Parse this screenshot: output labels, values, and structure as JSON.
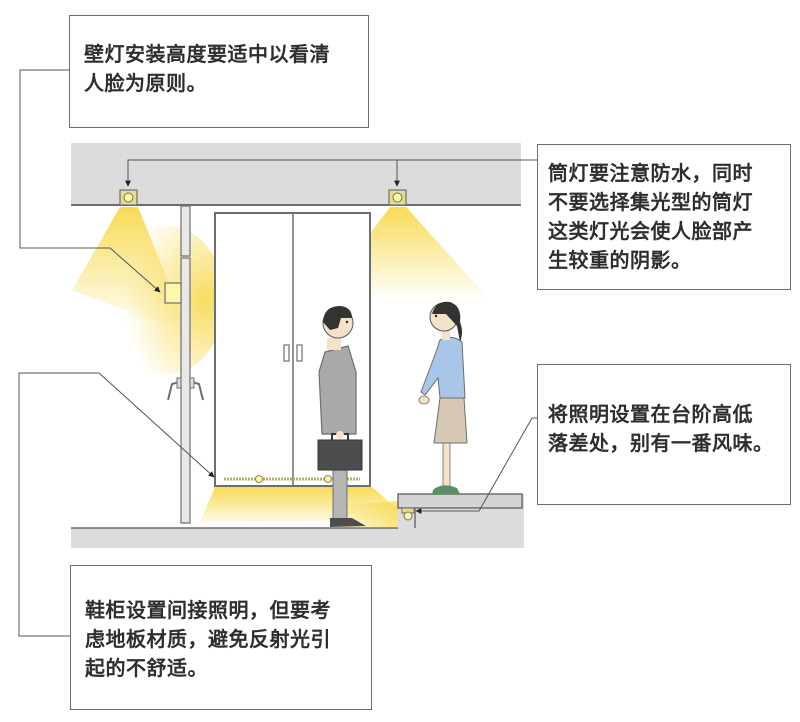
{
  "diagram": {
    "title": "",
    "callouts": [
      {
        "id": "wall-lamp-note",
        "lines": [
          "壁灯安装高度要适中以看清",
          "人脸为原则。"
        ]
      },
      {
        "id": "downlight-note",
        "lines": [
          "筒灯要注意防水，同时",
          "不要选择集光型的筒灯",
          "这类灯光会使人脸部产",
          "生较重的阴影。"
        ]
      },
      {
        "id": "step-light-note",
        "lines": [
          "将照明设置在台阶高低",
          "落差处，别有一番风味。"
        ]
      },
      {
        "id": "shoe-cabinet-note",
        "lines": [
          "鞋柜设置间接照明，但要考",
          "虑地板材质，避免反射光引",
          "起的不舒适。"
        ]
      }
    ],
    "elements": {
      "ceiling": "ceiling-slab",
      "downlights": [
        "downlight-left",
        "downlight-right"
      ],
      "wall_lamp": "wall-lamp",
      "door": "entry-door-with-handle",
      "shoe_cabinet": "shoe-cabinet-with-indirect-led-strip",
      "step": "raised-entry-step-with-step-light",
      "floor": "floor-slab",
      "people": [
        "man-in-grey-suit-with-briefcase",
        "woman-in-blue-top-and-beige-skirt"
      ]
    },
    "colors": {
      "slab": "#dcdcdc",
      "outline": "#6e6e6e",
      "light": "#f7d94c",
      "lamp_fill": "#fff7a8",
      "text": "#2e2e2e",
      "suit": "#a9a9a9",
      "blouse": "#a9c6e8",
      "skirt": "#d6c8b4",
      "slipper": "#5a8f63",
      "briefcase": "#4d4d4d"
    }
  }
}
